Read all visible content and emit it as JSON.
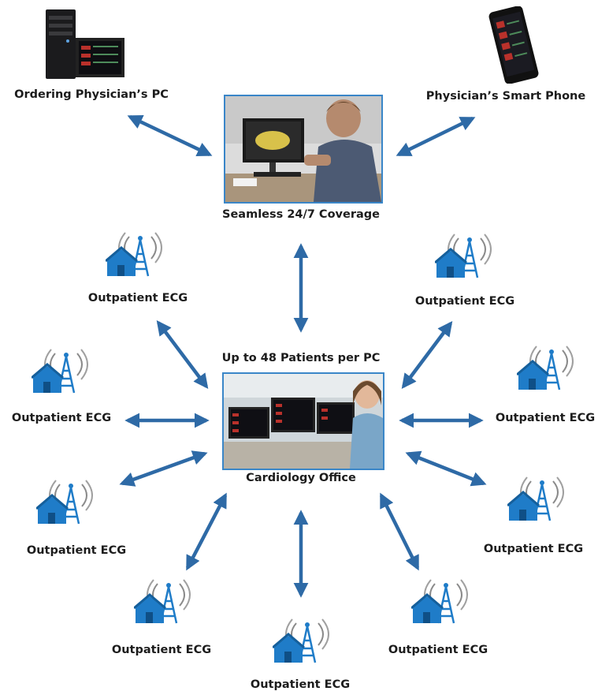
{
  "nodes": {
    "ordering_pc": "Ordering Physician’s PC",
    "smart_phone": "Physician’s Smart Phone",
    "coverage": "Seamless 24/7 Coverage",
    "capacity": "Up to 48 Patients per PC",
    "cardiology": "Cardiology Office"
  },
  "outpatients": [
    "Outpatient ECG",
    "Outpatient ECG",
    "Outpatient ECG",
    "Outpatient ECG",
    "Outpatient ECG",
    "Outpatient ECG",
    "Outpatient ECG",
    "Outpatient ECG",
    "Outpatient ECG"
  ],
  "icons": {
    "outpatient": "house-antenna-icon"
  },
  "colors": {
    "arrow": "#2e6aa6",
    "photo_border": "#3a86c8",
    "house": "#1f7cc8"
  }
}
